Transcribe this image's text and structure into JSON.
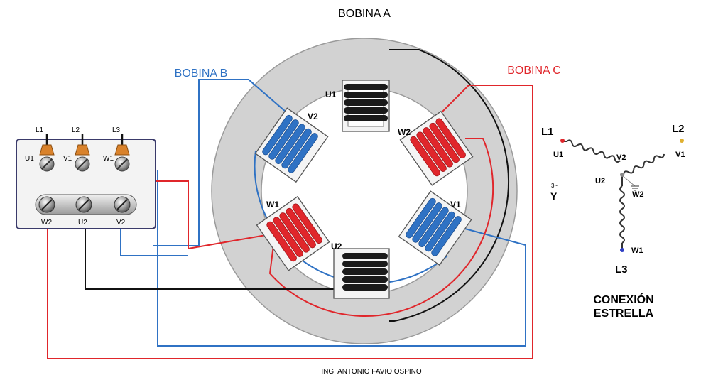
{
  "titles": {
    "bobina_a": "BOBINA A",
    "bobina_b": "BOBINA B",
    "bobina_c": "BOBINA C"
  },
  "coil_labels": {
    "u1": "U1",
    "u2": "U2",
    "v1": "V1",
    "v2": "V2",
    "w1": "W1",
    "w2": "W2"
  },
  "terminal_box": {
    "lines": [
      "L1",
      "L2",
      "L3"
    ],
    "top_terminals": [
      "U1",
      "V1",
      "W1"
    ],
    "bottom_terminals": [
      "W2",
      "U2",
      "V2"
    ]
  },
  "star": {
    "l1": "L1",
    "l2": "L2",
    "l3": "L3",
    "u1": "U1",
    "u2": "U2",
    "v1": "V1",
    "v2": "V2",
    "w1": "W1",
    "w2": "W2",
    "symbol_3": "3~",
    "symbol_y": "Y",
    "title_line1": "CONEXIÓN",
    "title_line2": "ESTRELLA"
  },
  "credit": "ING. ANTONIO FAVIO OSPINO",
  "colors": {
    "black_coil": "#1a1a1a",
    "blue_coil": "#2f72c4",
    "red_coil": "#e0262b",
    "stator": "#d4d4d4",
    "box_border": "#3a3a6a",
    "box_fill": "#f3f3f3"
  }
}
